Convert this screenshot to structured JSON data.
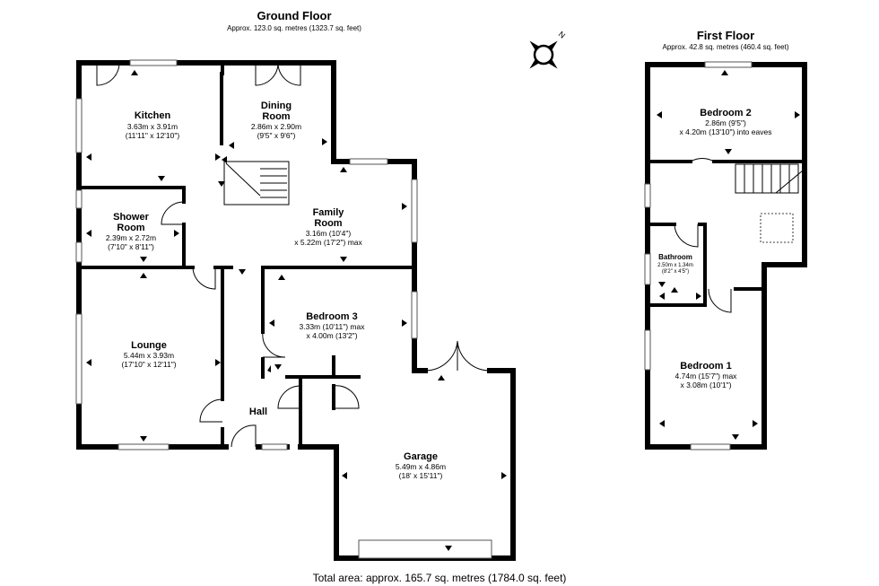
{
  "ground_floor": {
    "title": "Ground Floor",
    "area": "Approx. 123.0 sq. metres (1323.7 sq. feet)",
    "rooms": [
      {
        "id": "kitchen",
        "name": [
          "Kitchen"
        ],
        "dims": [
          "3.63m x 3.91m",
          "(11'11\" x 12'10\")"
        ]
      },
      {
        "id": "dining",
        "name": [
          "Dining",
          "Room"
        ],
        "dims": [
          "2.86m x 2.90m",
          "(9'5\" x 9'6\")"
        ]
      },
      {
        "id": "shower",
        "name": [
          "Shower",
          "Room"
        ],
        "dims": [
          "2.39m x 2.72m",
          "(7'10\" x 8'11\")"
        ]
      },
      {
        "id": "family",
        "name": [
          "Family",
          "Room"
        ],
        "dims": [
          "3.16m (10'4\")",
          "x 5.22m (17'2\") max"
        ]
      },
      {
        "id": "bed3",
        "name": [
          "Bedroom 3"
        ],
        "dims": [
          "3.33m (10'11\") max",
          "x 4.00m (13'2\")"
        ]
      },
      {
        "id": "lounge",
        "name": [
          "Lounge"
        ],
        "dims": [
          "5.44m x 3.93m",
          "(17'10\" x 12'11\")"
        ]
      },
      {
        "id": "hall",
        "name": [
          "Hall"
        ],
        "dims": []
      },
      {
        "id": "garage",
        "name": [
          "Garage"
        ],
        "dims": [
          "5.49m x 4.86m",
          "(18' x 15'11\")"
        ]
      }
    ]
  },
  "first_floor": {
    "title": "First Floor",
    "area": "Approx. 42.8 sq. metres (460.4 sq. feet)",
    "rooms": [
      {
        "id": "bed2",
        "name": [
          "Bedroom 2"
        ],
        "dims": [
          "2.86m (9'5\")",
          "x 4.20m (13'10\") into eaves"
        ]
      },
      {
        "id": "bath",
        "name": [
          "Bathroom"
        ],
        "dims": [
          "2.50m x 1.34m",
          "(8'2\" x 4'5\")"
        ]
      },
      {
        "id": "bed1",
        "name": [
          "Bedroom 1"
        ],
        "dims": [
          "4.74m (15'7\") max",
          "x 3.08m (10'1\")"
        ]
      }
    ]
  },
  "compass": {
    "label": "N"
  },
  "total_area": "Total area: approx. 165.7 sq. metres (1784.0 sq. feet)"
}
